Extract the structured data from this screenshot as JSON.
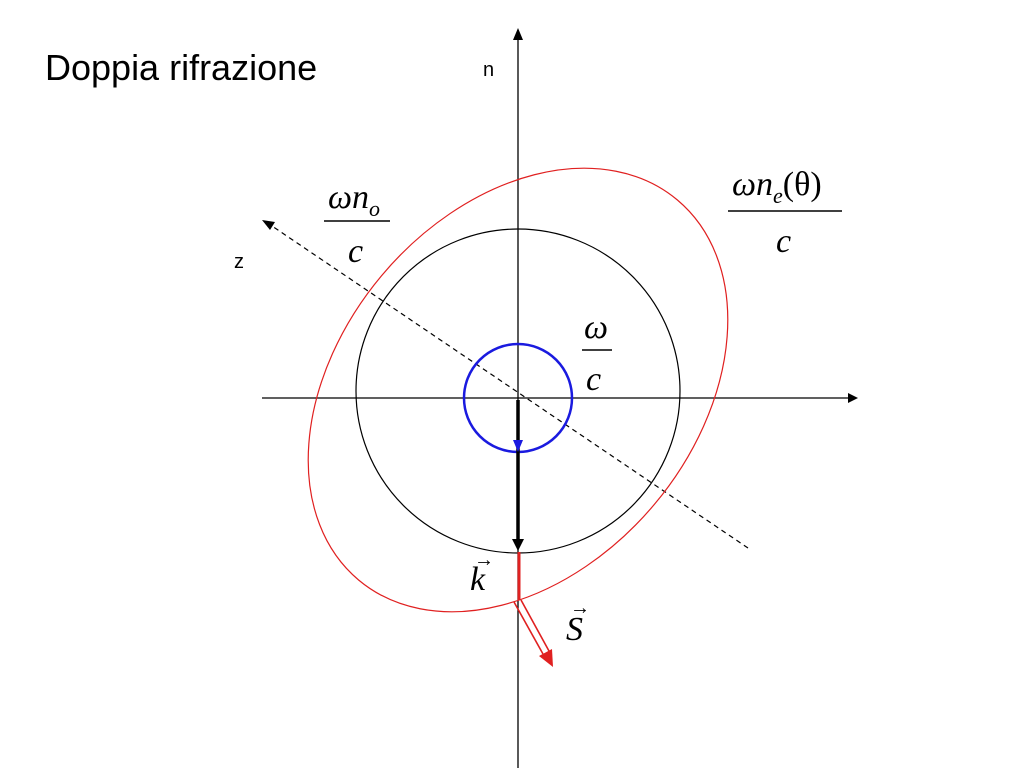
{
  "slide": {
    "title": "Doppia rifrazione"
  },
  "axes": {
    "vertical_label": "n",
    "optic_axis_label": "z"
  },
  "formulas": {
    "ordinary": {
      "numerator_symbol": "ω",
      "numerator_var": "n",
      "numerator_sub": "o",
      "denominator": "c"
    },
    "extraordinary": {
      "numerator_symbol": "ω",
      "numerator_var": "n",
      "numerator_sub": "e",
      "numerator_arg": "(θ)",
      "denominator": "c"
    },
    "vacuum": {
      "numerator": "ω",
      "denominator": "c"
    }
  },
  "vectors": {
    "wave_vector": {
      "letter": "k",
      "accent": "→"
    },
    "poynting_vector": {
      "letter": "S",
      "accent": "→"
    }
  },
  "colors": {
    "ink": "#000000",
    "vacuum_circle": "#1a1adf",
    "extraordinary_ellipse": "#e02020",
    "poynting_arrow": "#e02020"
  }
}
